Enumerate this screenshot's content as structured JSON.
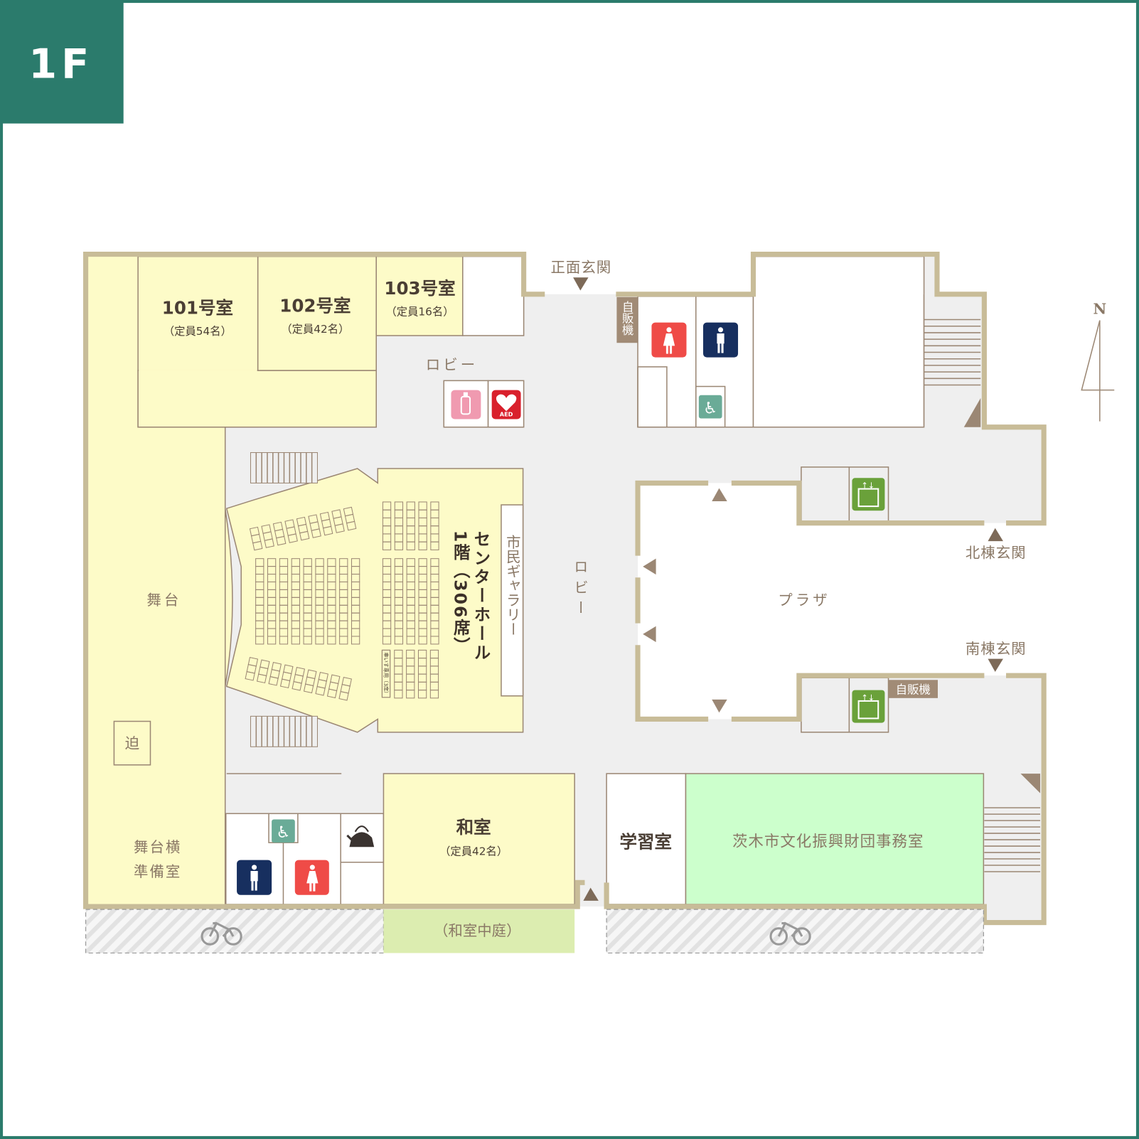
{
  "floor_label": "1F",
  "compass": "N",
  "rooms": {
    "r101": {
      "name": "101号室",
      "capacity": "（定員54名）"
    },
    "r102": {
      "name": "102号室",
      "capacity": "（定員42名）"
    },
    "r103": {
      "name": "103号室",
      "capacity": "（定員16名）"
    },
    "stage": "舞台",
    "seri": "迫",
    "stage_side_1": "舞台横",
    "stage_side_2": "準備室",
    "hall_1": "センターホール",
    "hall_2": "1階（306席）",
    "wheelchair_seats": "車いす専用（3席）",
    "gallery": "市民ギャラリー",
    "washitsu": {
      "name": "和室",
      "capacity": "（定員42名）"
    },
    "washitsu_garden": "（和室中庭）",
    "study": "学習室",
    "office": "茨木市文化振興財団事務室"
  },
  "areas": {
    "lobby_top": "ロビー",
    "lobby_center": "ロビー",
    "plaza": "プラザ"
  },
  "entrances": {
    "main": "正面玄関",
    "north": "北棟玄関",
    "south": "南棟玄関"
  },
  "vending_1": "自販機",
  "vending_2": "自販機",
  "aed_label": "AED",
  "colors": {
    "brand": "#2b7b6c",
    "wall": "#c8bc98",
    "stage": "#fdfbc8",
    "office": "#ccffcc",
    "garden": "#dcedb0",
    "lobby": "#efefef",
    "women": "#ef4b47",
    "men": "#172f5f",
    "accessible": "#6aab97",
    "elevator": "#6aa13a"
  }
}
